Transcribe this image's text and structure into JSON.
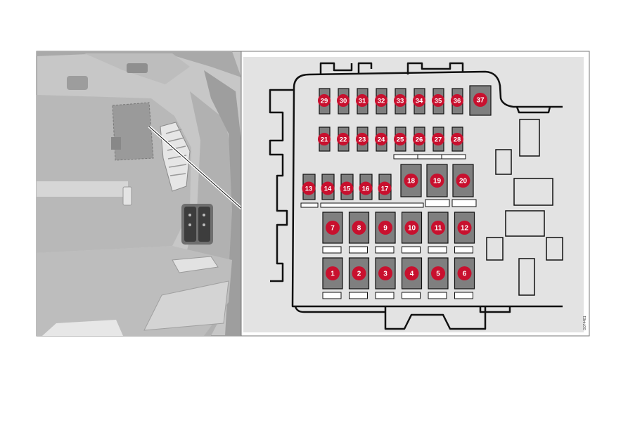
{
  "figure": {
    "reference_code": "G074481",
    "colors": {
      "background": "#ffffff",
      "photo_bg": "#c9c9c9",
      "panel_bg": "#e3e3e3",
      "outline": "#111111",
      "fuse_fill": "#7f7f7f",
      "badge": "#c8102e",
      "badge_text": "#ffffff"
    }
  },
  "fuses": {
    "top_row": [
      "29",
      "30",
      "31",
      "32",
      "33",
      "34",
      "35",
      "36"
    ],
    "top_large": "37",
    "second_row": [
      "21",
      "22",
      "23",
      "24",
      "25",
      "26",
      "27",
      "28"
    ],
    "small_row": [
      "13",
      "14",
      "15",
      "16",
      "17"
    ],
    "relay_row": [
      "18",
      "19",
      "20"
    ],
    "upper_large_row": [
      "7",
      "8",
      "9",
      "10",
      "11",
      "12"
    ],
    "lower_large_row": [
      "1",
      "2",
      "3",
      "4",
      "5",
      "6"
    ]
  }
}
